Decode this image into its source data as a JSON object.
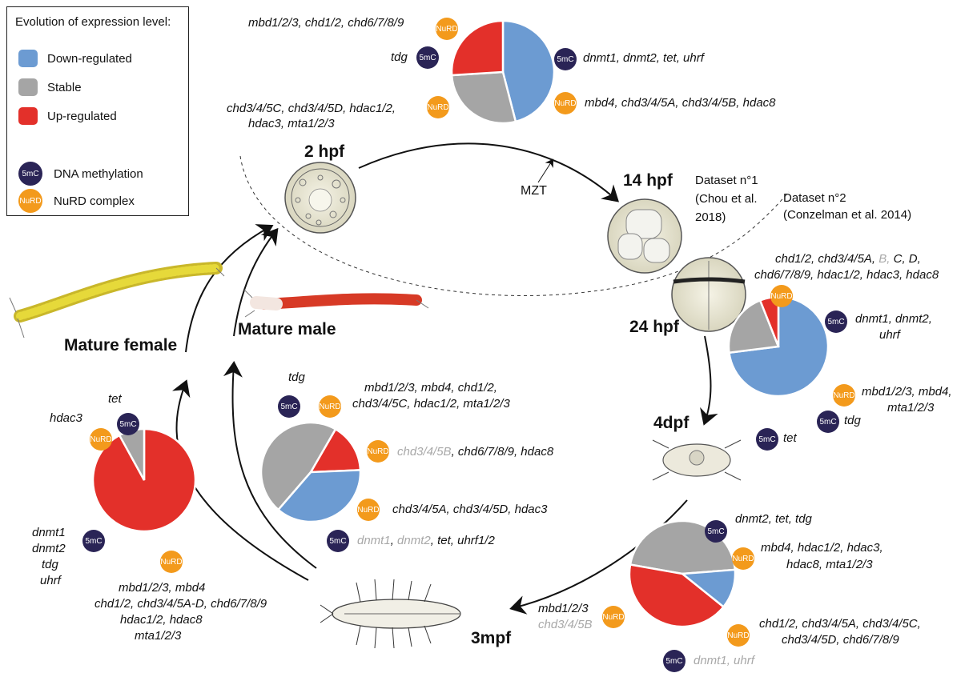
{
  "legend": {
    "title": "Evolution of expression level:",
    "down": "Down-regulated",
    "stable": "Stable",
    "up": "Up-regulated",
    "methylation": "DNA methylation",
    "nurd": "NuRD complex",
    "badge_5mc": "5mC",
    "badge_nurd": "NuRD"
  },
  "colors": {
    "down": "#6c9bd2",
    "stable": "#a5a5a5",
    "up": "#e3302a",
    "badge_5mc": "#2a2456",
    "badge_nurd": "#f39a1c"
  },
  "stages": {
    "s2hpf": "2 hpf",
    "s14hpf": "14 hpf",
    "s24hpf": "24 hpf",
    "s4dpf": "4dpf",
    "s3mpf": "3mpf",
    "mature_female": "Mature female",
    "mature_male": "Mature male"
  },
  "annotations": {
    "mzt": "MZT",
    "dataset1_line1": "Dataset n°1",
    "dataset1_line2": "(Chou et al.",
    "dataset1_line3": "2018)",
    "dataset2_line1": "Dataset n°2",
    "dataset2_line2": "(Conzelman et al. 2014)"
  },
  "genes": {
    "g2hpf_top": "mbd1/2/3, chd1/2, chd6/7/8/9",
    "g2hpf_tdg": "tdg",
    "g2hpf_dnmt": "dnmt1, dnmt2, tet, uhrf",
    "g2hpf_left1": "chd3/4/5C, chd3/4/5D, hdac1/2,",
    "g2hpf_left2": "hdac3, mta1/2/3",
    "g2hpf_right": "mbd4, chd3/4/5A, chd3/4/5B, hdac8",
    "g24_l1a": "chd1/2, chd3/4/5A,",
    "g24_l1b": "B,",
    "g24_l1c": "C, D,",
    "g24_l2": "chd6/7/8/9, hdac1/2, hdac3, hdac8",
    "g24_dnmt1": "dnmt1, dnmt2,",
    "g24_dnmt2": "uhrf",
    "g24_mbd1": "mbd1/2/3, mbd4,",
    "g24_mbd2": "mta1/2/3",
    "g24_tdg": "tdg",
    "g24_tet": "tet",
    "g4_top": "dnmt2, tet, tdg",
    "g4_mbd1": "mbd4, hdac1/2, hdac3,",
    "g4_mbd2": "hdac8, mta1/2/3",
    "g4_chd1": "chd1/2, chd3/4/5A, chd3/4/5C,",
    "g4_chd2": "chd3/4/5D, chd6/7/8/9",
    "g4_dnmt1": "dnmt1, uhrf",
    "g4_left1": "mbd1/2/3",
    "g4_left2": "chd3/4/5B",
    "g3_tdg": "tdg",
    "g3_top1": "mbd1/2/3, mbd4, chd1/2,",
    "g3_top2": "chd3/4/5C, hdac1/2, mta1/2/3",
    "g3_r1a": "chd3/4/5B",
    "g3_r1b": ", chd6/7/8/9, hdac8",
    "g3_r2": "chd3/4/5A, chd3/4/5D, hdac3",
    "g3_b_a": "dnmt1",
    "g3_b_b": "dnmt2",
    "g3_b_c": ", tet, uhrf1/2",
    "gf_tet": "tet",
    "gf_hdac3": "hdac3",
    "gf_dnmt1": "dnmt1",
    "gf_dnmt2": "dnmt2",
    "gf_tdg": "tdg",
    "gf_uhrf": "uhrf",
    "gf_b1": "mbd1/2/3, mbd4",
    "gf_b2": "chd1/2, chd3/4/5A-D, chd6/7/8/9",
    "gf_b3": "hdac1/2, hdac8",
    "gf_b4": "mta1/2/3"
  },
  "chart_data": [
    {
      "type": "pie",
      "stage": "2 hpf",
      "order": [
        "down",
        "stable",
        "up"
      ],
      "values": [
        46,
        28,
        26
      ]
    },
    {
      "type": "pie",
      "stage": "24 hpf",
      "order": [
        "down",
        "stable",
        "up"
      ],
      "values": [
        73,
        21,
        6
      ]
    },
    {
      "type": "pie",
      "stage": "4dpf",
      "order": [
        "stable",
        "down",
        "up"
      ],
      "values": [
        46,
        12,
        42
      ]
    },
    {
      "type": "pie",
      "stage": "Mature male",
      "order": [
        "up",
        "down",
        "stable"
      ],
      "values": [
        16,
        37,
        47
      ]
    },
    {
      "type": "pie",
      "stage": "Mature female",
      "order": [
        "up",
        "stable"
      ],
      "values": [
        92,
        8
      ]
    }
  ]
}
